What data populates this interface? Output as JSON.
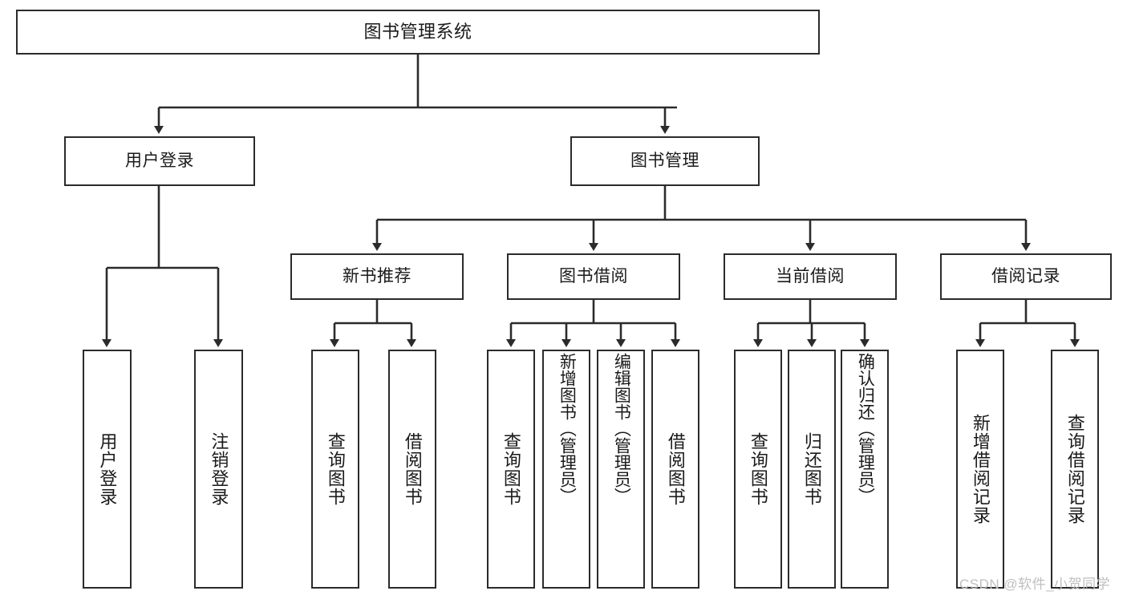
{
  "diagram": {
    "title": "图书管理系统",
    "type": "hierarchy-tree",
    "orientation": "top-down",
    "style": {
      "box_border_color": "#2b2b2b",
      "box_fill_color": "#ffffff",
      "line_color": "#2b2b2b",
      "text_color": "#1a1a1a",
      "background": "#ffffff"
    },
    "levels": [
      {
        "level": 0,
        "nodes": [
          {
            "id": "root",
            "label": "图书管理系统",
            "orientation": "horizontal"
          }
        ]
      },
      {
        "level": 1,
        "nodes": [
          {
            "id": "login",
            "label": "用户登录",
            "orientation": "horizontal",
            "parent": "root"
          },
          {
            "id": "bookmgmt",
            "label": "图书管理",
            "orientation": "horizontal",
            "parent": "root"
          }
        ]
      },
      {
        "level": 2,
        "nodes": [
          {
            "id": "newbook",
            "label": "新书推荐",
            "orientation": "horizontal",
            "parent": "bookmgmt"
          },
          {
            "id": "borrow",
            "label": "图书借阅",
            "orientation": "horizontal",
            "parent": "bookmgmt"
          },
          {
            "id": "current",
            "label": "当前借阅",
            "orientation": "horizontal",
            "parent": "bookmgmt"
          },
          {
            "id": "records",
            "label": "借阅记录",
            "orientation": "horizontal",
            "parent": "bookmgmt"
          }
        ]
      },
      {
        "level": 3,
        "nodes": [
          {
            "id": "leaf1",
            "label": "用户登录",
            "orientation": "vertical",
            "parent": "login"
          },
          {
            "id": "leaf2",
            "label": "注销登录",
            "orientation": "vertical",
            "parent": "login"
          },
          {
            "id": "leaf3",
            "label": "查询图书",
            "orientation": "vertical",
            "parent": "newbook"
          },
          {
            "id": "leaf4",
            "label": "借阅图书",
            "orientation": "vertical",
            "parent": "newbook"
          },
          {
            "id": "leaf5",
            "label": "查询图书",
            "orientation": "vertical",
            "parent": "borrow"
          },
          {
            "id": "leaf6",
            "label": "新增图书（管理员）",
            "orientation": "vertical",
            "parent": "borrow"
          },
          {
            "id": "leaf7",
            "label": "编辑图书（管理员）",
            "orientation": "vertical",
            "parent": "borrow"
          },
          {
            "id": "leaf8",
            "label": "借阅图书",
            "orientation": "vertical",
            "parent": "borrow"
          },
          {
            "id": "leaf9",
            "label": "查询图书",
            "orientation": "vertical",
            "parent": "current"
          },
          {
            "id": "leaf10",
            "label": "归还图书",
            "orientation": "vertical",
            "parent": "current"
          },
          {
            "id": "leaf11",
            "label": "确认归还（管理员）",
            "orientation": "vertical",
            "parent": "current"
          },
          {
            "id": "leaf12",
            "label": "新增借阅记录",
            "orientation": "vertical",
            "parent": "records"
          },
          {
            "id": "leaf13",
            "label": "查询借阅记录",
            "orientation": "vertical",
            "parent": "records"
          }
        ]
      }
    ]
  },
  "watermark": {
    "text": "CSDN @软件_小贺同学"
  }
}
